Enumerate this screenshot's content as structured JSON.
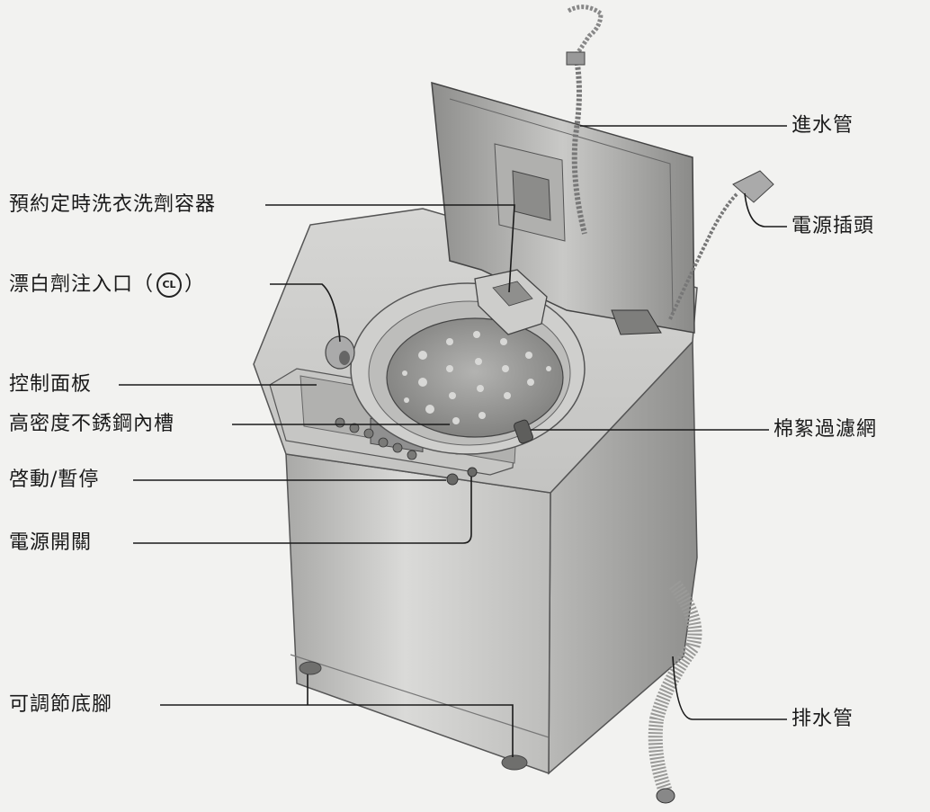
{
  "labels": {
    "inlet_hose": "進水管",
    "power_plug": "電源插頭",
    "detergent_dispenser": "預約定時洗衣洗劑容器",
    "bleach_inlet": "漂白劑注入口",
    "bleach_open_paren": "（",
    "bleach_symbol": "CL",
    "bleach_close_paren": "）",
    "control_panel": "控制面板",
    "stainless_tub": "高密度不銹鋼內槽",
    "lint_filter": "棉絮過濾網",
    "start_pause": "啓動/暫停",
    "power_switch": "電源開關",
    "adjustable_feet": "可調節底腳",
    "drain_hose": "排水管"
  },
  "colors": {
    "background": "#f2f2f0",
    "cabinet_light": "#d9d9d7",
    "cabinet_dark": "#9d9d9b",
    "panel": "#c4c4c2",
    "tub": "#9a9a98",
    "line": "#1a1a1a"
  }
}
